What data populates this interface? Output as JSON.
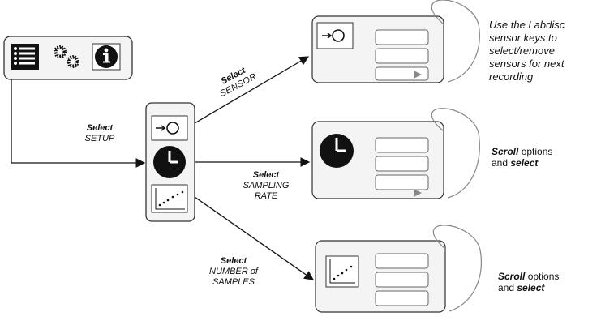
{
  "labels": {
    "setup": {
      "action": "Select",
      "target": "SETUP"
    },
    "sensor": {
      "action": "Select",
      "target": "SENSOR"
    },
    "sampling_rate": {
      "action": "Select",
      "target_line1": "SAMPLING",
      "target_line2": "RATE"
    },
    "number_of_samples": {
      "action": "Select",
      "target_line1": "NUMBER of",
      "target_line2": "SAMPLES"
    }
  },
  "notes": {
    "sensor": [
      "Use the Labdisc",
      "sensor keys to",
      "select/remove",
      "sensors for next",
      "recording"
    ],
    "sampling_rate": {
      "word1": "Scroll",
      "rest1": " options",
      "word2_prefix": "and ",
      "word2": "select"
    },
    "samples": {
      "word1": "Scroll",
      "rest1": " options",
      "word2_prefix": "and ",
      "word2": "select"
    }
  },
  "icons": {
    "main_menu": [
      "list-icon",
      "gears-icon",
      "info-icon"
    ],
    "setup_menu": [
      "sensor-icon",
      "clock-icon",
      "scatter-plot-icon"
    ]
  },
  "colors": {
    "stroke": "#333333",
    "fill": "#f4f4f4",
    "icon": "#111111"
  }
}
